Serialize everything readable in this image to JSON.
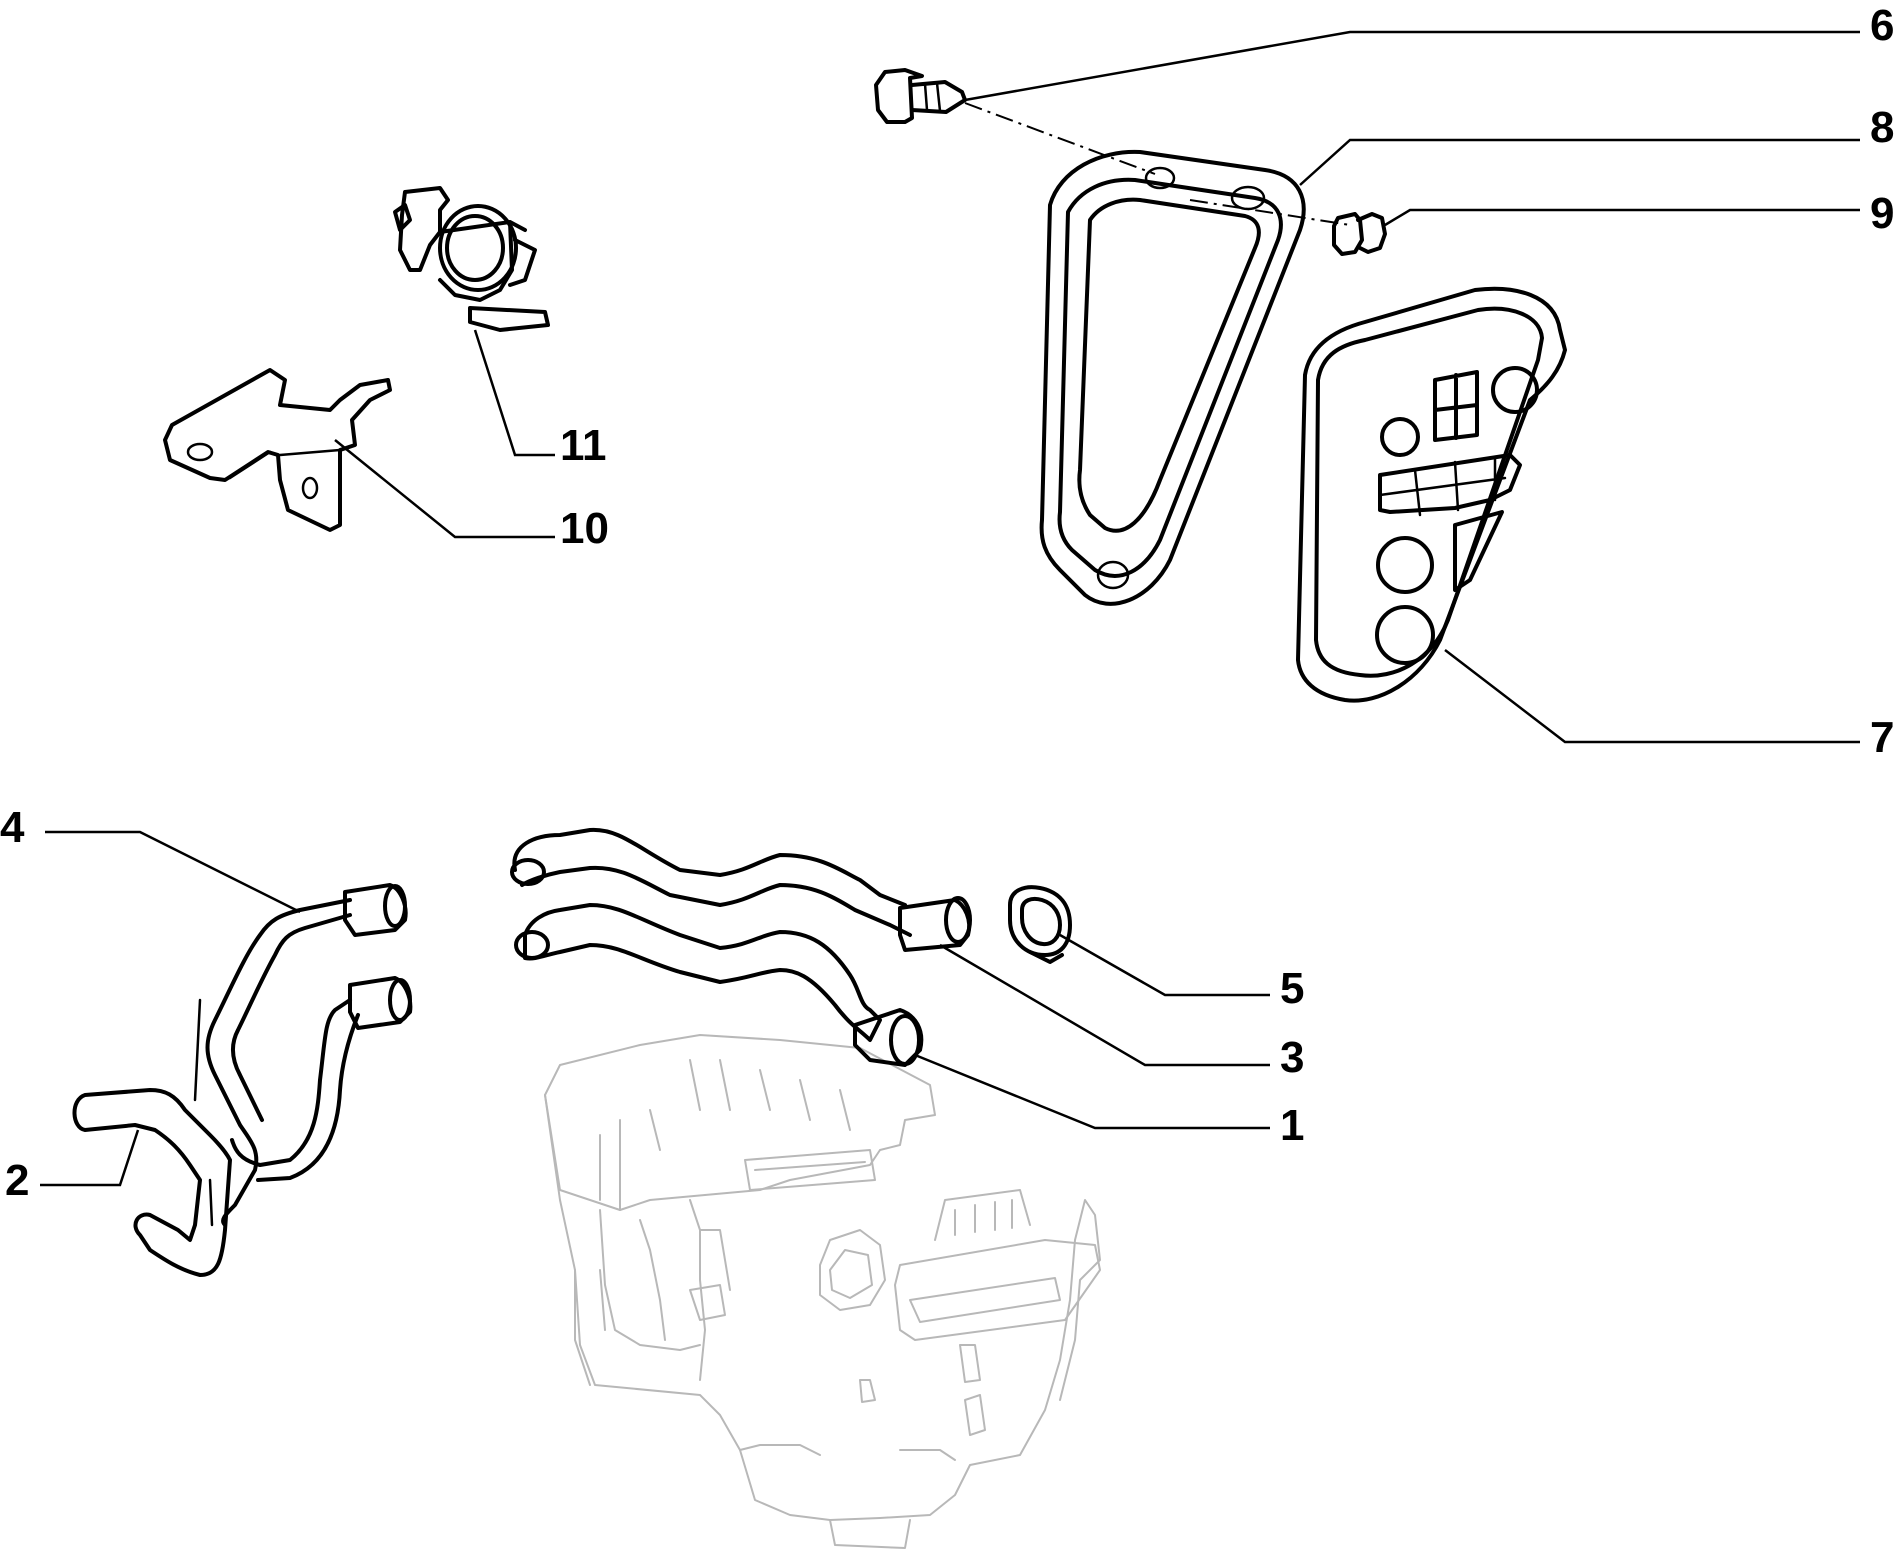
{
  "callouts": [
    {
      "id": "1",
      "label": "1"
    },
    {
      "id": "2",
      "label": "2"
    },
    {
      "id": "3",
      "label": "3"
    },
    {
      "id": "4",
      "label": "4"
    },
    {
      "id": "5",
      "label": "5"
    },
    {
      "id": "6",
      "label": "6"
    },
    {
      "id": "7",
      "label": "7"
    },
    {
      "id": "8",
      "label": "8"
    },
    {
      "id": "9",
      "label": "9"
    },
    {
      "id": "10",
      "label": "10"
    },
    {
      "id": "11",
      "label": "11"
    }
  ],
  "colors": {
    "line": "#000000",
    "ghost": "#b8b8b8",
    "background": "#ffffff"
  }
}
